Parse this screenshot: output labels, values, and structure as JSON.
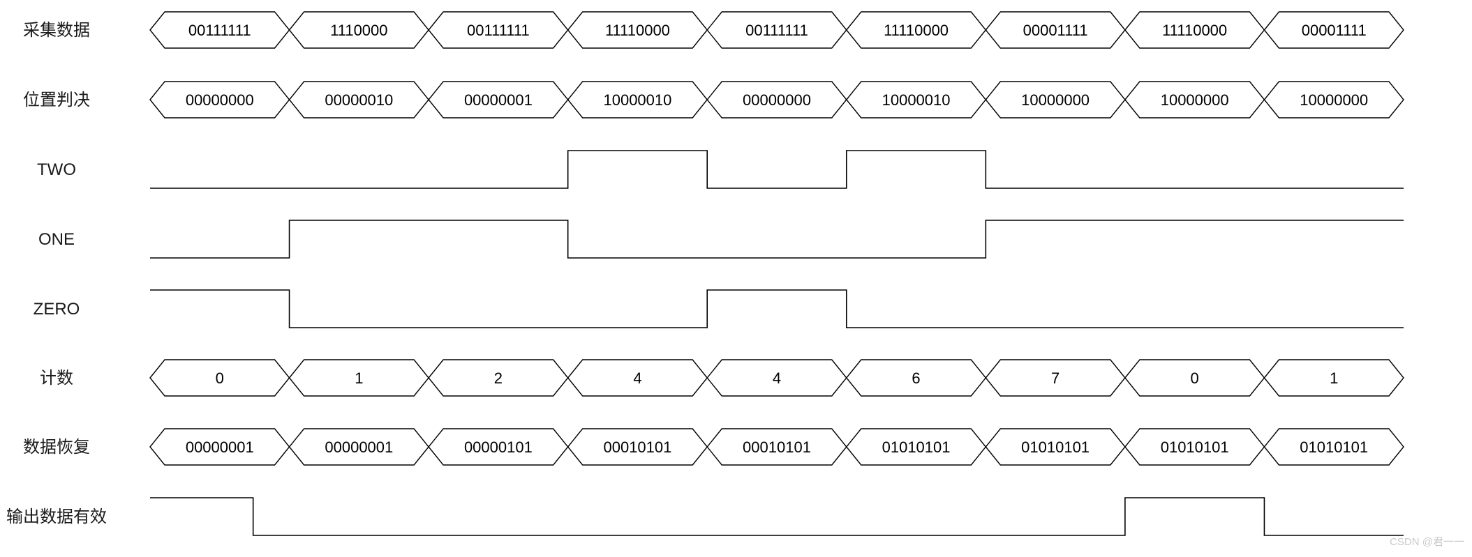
{
  "diagram": {
    "rows": [
      {
        "id": "caiji-shuju",
        "type": "bus",
        "label": "采集数据",
        "values": [
          "00111111",
          "1110000",
          "00111111",
          "11110000",
          "00111111",
          "11110000",
          "00001111",
          "11110000",
          "00001111"
        ]
      },
      {
        "id": "weizhi-panjue",
        "type": "bus",
        "label": "位置判决",
        "values": [
          "00000000",
          "00000010",
          "00000001",
          "10000010",
          "00000000",
          "10000010",
          "10000000",
          "10000000",
          "10000000"
        ]
      },
      {
        "id": "two",
        "type": "wave",
        "label": "TWO",
        "segments": [
          {
            "level": "low",
            "span": 3
          },
          {
            "level": "high",
            "span": 1
          },
          {
            "level": "low",
            "span": 1
          },
          {
            "level": "high",
            "span": 1
          },
          {
            "level": "low",
            "span": 3
          }
        ]
      },
      {
        "id": "one",
        "type": "wave",
        "label": "ONE",
        "segments": [
          {
            "level": "low",
            "span": 1
          },
          {
            "level": "high",
            "span": 2
          },
          {
            "level": "low",
            "span": 3
          },
          {
            "level": "high",
            "span": 3
          }
        ]
      },
      {
        "id": "zero",
        "type": "wave",
        "label": "ZERO",
        "segments": [
          {
            "level": "high",
            "span": 1
          },
          {
            "level": "low",
            "span": 3
          },
          {
            "level": "high",
            "span": 1
          },
          {
            "level": "low",
            "span": 4
          }
        ]
      },
      {
        "id": "jishu",
        "type": "bus",
        "label": "计数",
        "values": [
          "0",
          "1",
          "2",
          "4",
          "4",
          "6",
          "7",
          "0",
          "1"
        ]
      },
      {
        "id": "shuju-huifu",
        "type": "bus",
        "label": "数据恢复",
        "values": [
          "00000001",
          "00000001",
          "00000101",
          "00010101",
          "00010101",
          "01010101",
          "01010101",
          "01010101",
          "01010101"
        ]
      },
      {
        "id": "shuchu-shuju-youxiao",
        "type": "wave",
        "label": "输出数据有效",
        "segments": [
          {
            "level": "high",
            "span": 0.74
          },
          {
            "level": "low",
            "span": 6.26
          },
          {
            "level": "high",
            "span": 1
          },
          {
            "level": "low",
            "span": 1
          }
        ]
      }
    ],
    "segment_count": 9
  },
  "watermark": {
    "text": "CSDN @君一一"
  },
  "colors": {
    "background": "#ffffff",
    "line": "#000000",
    "label_text": "#1a1a1a",
    "watermark_text": "#c9c9c9"
  }
}
